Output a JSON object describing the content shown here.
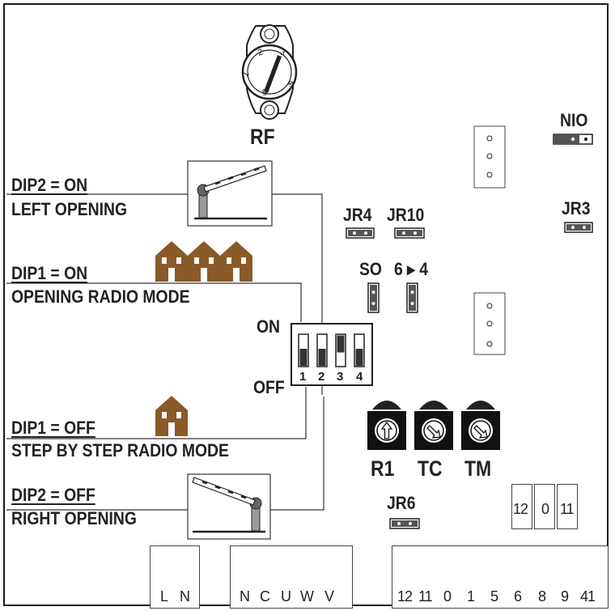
{
  "rf_label": "RF",
  "rf_dial_numbers": [
    "1",
    "2",
    "3",
    "4",
    "5"
  ],
  "modes": {
    "dip2_on": {
      "title": "DIP2 = ON",
      "subtitle": "LEFT OPENING"
    },
    "dip1_on": {
      "title": "DIP1 = ON",
      "subtitle": "OPENING RADIO MODE"
    },
    "dip1_off": {
      "title": "DIP1 = OFF",
      "subtitle": "STEP BY STEP RADIO MODE"
    },
    "dip2_off": {
      "title": "DIP2 = OFF",
      "subtitle": "RIGHT OPENING"
    }
  },
  "dip_switch": {
    "on_label": "ON",
    "off_label": "OFF",
    "numbers": [
      "1",
      "2",
      "3",
      "4"
    ],
    "switch_states": [
      "off",
      "off",
      "on",
      "off"
    ]
  },
  "jumpers": {
    "nio": "NIO",
    "jr3": "JR3",
    "jr4": "JR4",
    "jr10": "JR10",
    "so": "SO",
    "six_four": "6 ▸ 4",
    "jr6": "JR6"
  },
  "trimmers": [
    "R1",
    "TC",
    "TM"
  ],
  "small_terminals": [
    "12",
    "0",
    "11"
  ],
  "terminal_blocks": {
    "power": [
      "L",
      "N"
    ],
    "motor": [
      "N",
      "C",
      "U",
      "W",
      "V"
    ],
    "control": [
      "12",
      "11",
      "0",
      "1",
      "5",
      "6",
      "8",
      "9",
      "41"
    ]
  },
  "colors": {
    "house": "#8a5a28",
    "ink": "#222222",
    "barrier_post": "#9a9a9a"
  }
}
